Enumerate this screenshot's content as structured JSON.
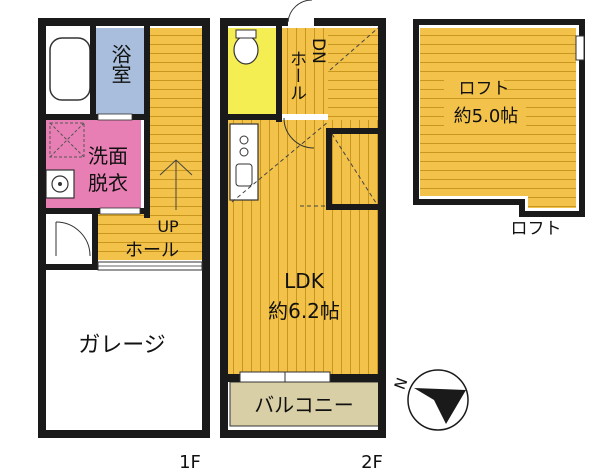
{
  "floor1": {
    "label": "1F",
    "bath": "浴室",
    "washroom_line1": "洗面",
    "washroom_line2": "脱衣",
    "hall_up": "UP",
    "hall": "ホール",
    "garage": "ガレージ"
  },
  "floor2": {
    "label": "2F",
    "hall_dn": "DN",
    "hall": "ホール",
    "ldk": "LDK",
    "ldk_area": "約6.2帖",
    "balcony": "バルコニー"
  },
  "loft": {
    "name": "ロフト",
    "area": "約5.0帖",
    "caption": "ロフト"
  },
  "compass": {
    "letter": "N"
  },
  "colors": {
    "wall": "#1a1a1a",
    "floor_wood": "#f2c24a",
    "floor_line": "#c9971e",
    "bath_blue": "#a9bedc",
    "wash_pink": "#e87fb4",
    "toilet_yellow": "#f4ee52",
    "balcony": "#d8cfa6"
  }
}
